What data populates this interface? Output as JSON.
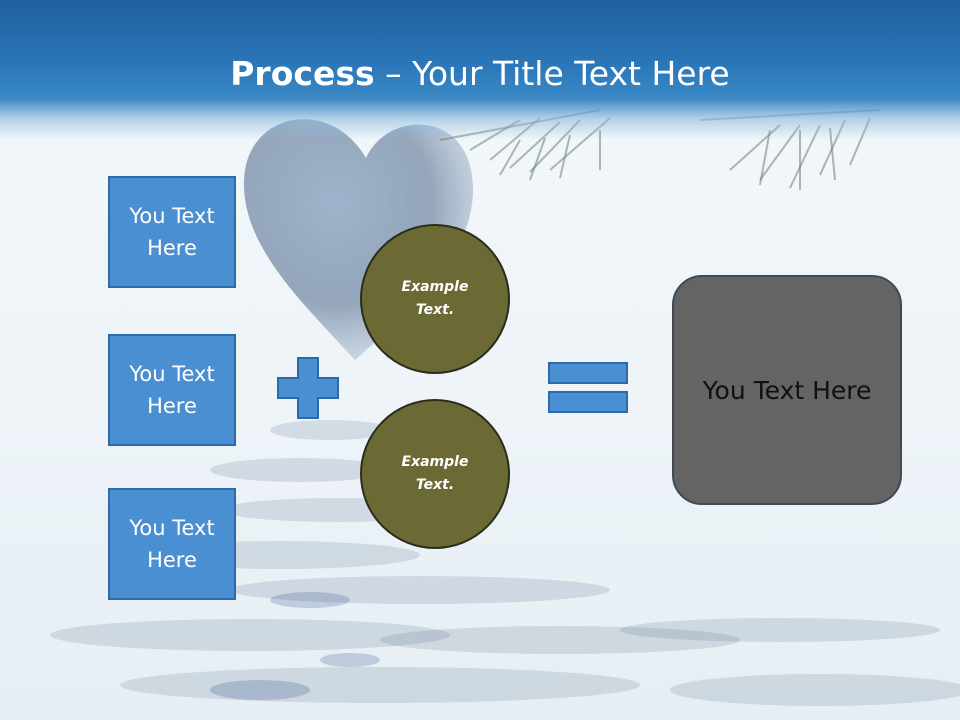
{
  "title": {
    "bold": "Process",
    "rest": " – Your Title Text Here"
  },
  "left_boxes": [
    {
      "label": "You Text Here"
    },
    {
      "label": "You Text Here"
    },
    {
      "label": "You Text Here"
    }
  ],
  "circles": [
    {
      "label": "Example Text."
    },
    {
      "label": "Example Text."
    }
  ],
  "result": {
    "label": "You Text Here"
  },
  "icons": {
    "plus": "plus-icon",
    "equals": "equals-icon"
  },
  "colors": {
    "header": "#2a76b8",
    "box_fill": "#4a8fd2",
    "circle_fill": "#6b6a34",
    "result_fill": "#646464"
  }
}
